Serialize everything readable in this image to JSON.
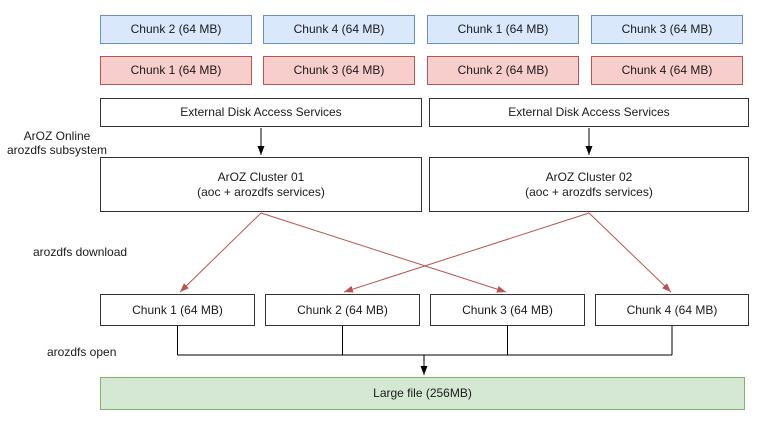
{
  "colors": {
    "blue_fill": "#dae8fc",
    "blue_border": "#6c8ebf",
    "red_fill": "#f8cecc",
    "red_border": "#b85450",
    "green_fill": "#d5e8d4",
    "green_border": "#82b366",
    "white_fill": "#ffffff",
    "dark_border": "#333333",
    "arrow_red": "#b85450"
  },
  "storage_row_blue": [
    "Chunk 2 (64 MB)",
    "Chunk 4 (64 MB)",
    "Chunk 1 (64 MB)",
    "Chunk 3 (64 MB)"
  ],
  "storage_row_red": [
    "Chunk 1 (64 MB)",
    "Chunk 3 (64 MB)",
    "Chunk 2 (64 MB)",
    "Chunk 4 (64 MB)"
  ],
  "external_services": {
    "left": "External Disk Access Services",
    "right": "External Disk Access Services"
  },
  "clusters": [
    {
      "title": "ArOZ Cluster 01",
      "subtitle": "(aoc + arozdfs services)"
    },
    {
      "title": "ArOZ Cluster 02",
      "subtitle": "(aoc + arozdfs services)"
    }
  ],
  "download_chunks": [
    "Chunk 1 (64 MB)",
    "Chunk 2 (64 MB)",
    "Chunk 3 (64 MB)",
    "Chunk 4 (64 MB)"
  ],
  "large_file": "Large file (256MB)",
  "labels": {
    "subsystem_line1": "ArOZ Online",
    "subsystem_line2": "arozdfs subsystem",
    "download": "arozdfs download",
    "open": "arozdfs open"
  }
}
